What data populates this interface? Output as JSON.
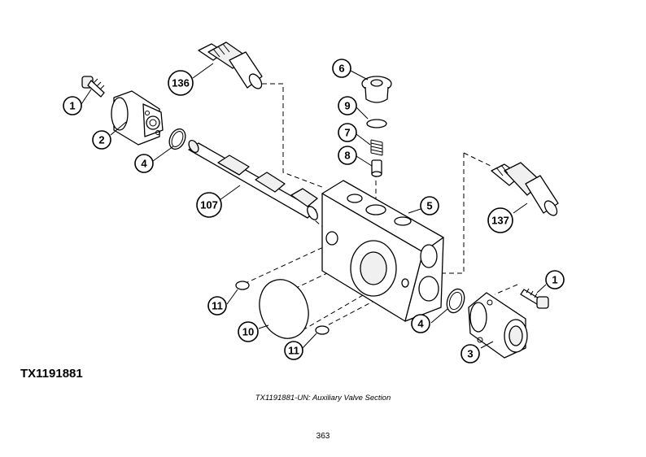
{
  "figure": {
    "id_label": "TX1191881",
    "caption": "TX1191881-UN: Auxiliary Valve Section",
    "page_number": "363"
  },
  "callouts": {
    "c1_left": "1",
    "c2": "2",
    "c4_left": "4",
    "c136": "136",
    "c107": "107",
    "c6": "6",
    "c9": "9",
    "c7": "7",
    "c8": "8",
    "c5": "5",
    "c137": "137",
    "c11_top": "11",
    "c10": "10",
    "c11_bottom": "11",
    "c4_right": "4",
    "c1_right": "1",
    "c3": "3"
  }
}
